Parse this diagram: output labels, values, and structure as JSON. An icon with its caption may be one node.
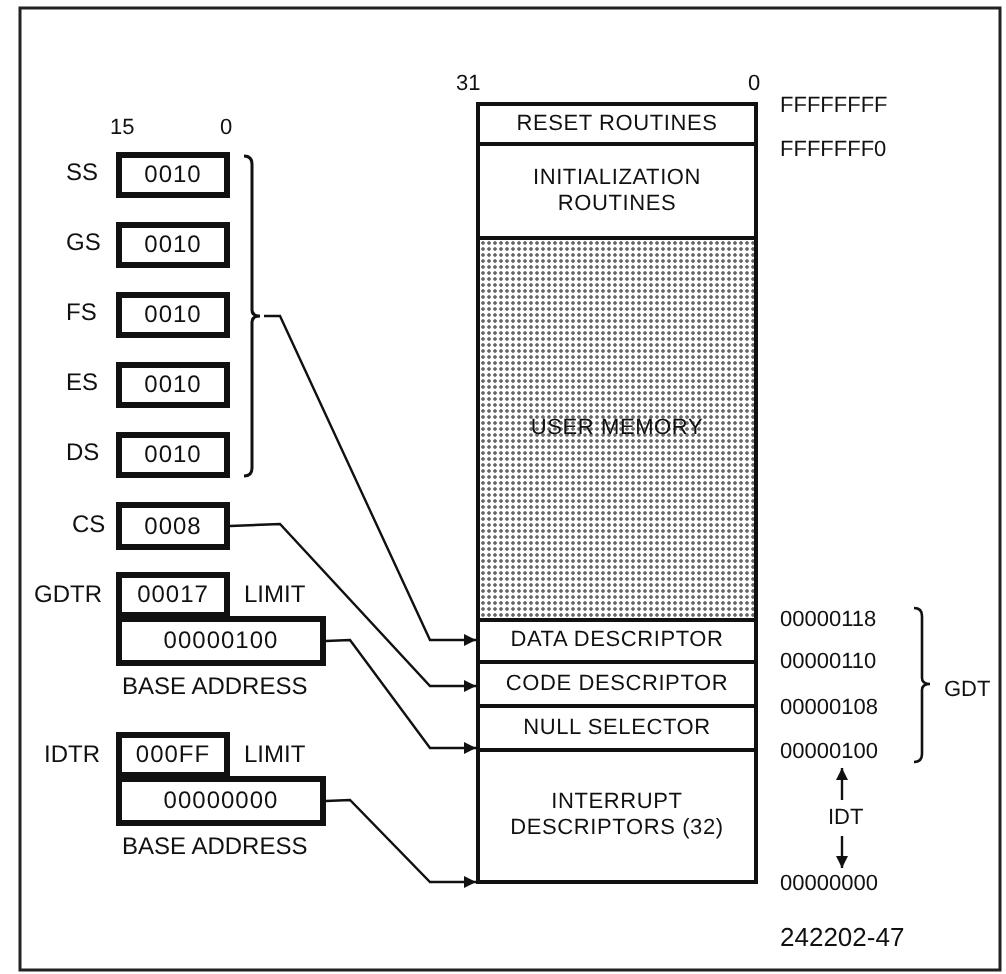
{
  "diagram": {
    "nodes": [
      {
        "text": [
          "0010"
        ],
        "beside": [
          "SS"
        ]
      },
      {
        "text": [
          "0010"
        ],
        "beside": [
          "GS"
        ]
      },
      {
        "text": [
          "0010"
        ],
        "beside": [
          "FS"
        ]
      },
      {
        "text": [
          "0010"
        ],
        "beside": [
          "ES"
        ]
      },
      {
        "text": [
          "0010"
        ],
        "beside": [
          "DS"
        ]
      },
      {
        "text": [],
        "shape": "bracket"
      },
      {
        "text": [
          "0008"
        ],
        "beside": [
          "CS"
        ]
      },
      {
        "text": [
          "00017"
        ],
        "beside": [
          "GDTR",
          "LIMIT"
        ]
      },
      {
        "text": [
          "00000100"
        ],
        "beside": [
          "BASE ADDRESS"
        ]
      },
      {
        "text": [
          "000FF"
        ],
        "beside": [
          "IDTR",
          "LIMIT"
        ]
      },
      {
        "text": [
          "00000000"
        ],
        "beside": [
          "BASE ADDRESS"
        ]
      },
      {
        "text": [
          "RESET ROUTINES"
        ]
      },
      {
        "text": [
          "INITIALIZATION ROUTINES"
        ]
      },
      {
        "text": [
          "USER MEMORY"
        ]
      },
      {
        "text": [
          "DATA DESCRIPTOR"
        ]
      },
      {
        "text": [
          "CODE DESCRIPTOR"
        ]
      },
      {
        "text": [
          "NULL SELECTOR"
        ]
      },
      {
        "text": [
          "INTERRUPT DESCRIPTORS (32)"
        ]
      }
    ],
    "edges": [
      {
        "from": 5,
        "to": 14,
        "arrow": "to"
      },
      {
        "from": 6,
        "to": 15,
        "arrow": "to"
      },
      {
        "from": 8,
        "to": 16,
        "arrow": "to"
      },
      {
        "from": 10,
        "to": 17,
        "arrow": "to"
      }
    ],
    "labels": [
      "15",
      "0",
      "31",
      "0",
      "FFFFFFFF",
      "FFFFFFF0",
      "00000118",
      "00000110",
      "00000108",
      "00000100",
      "GDT",
      "IDT",
      "00000000",
      "242202-47"
    ]
  }
}
